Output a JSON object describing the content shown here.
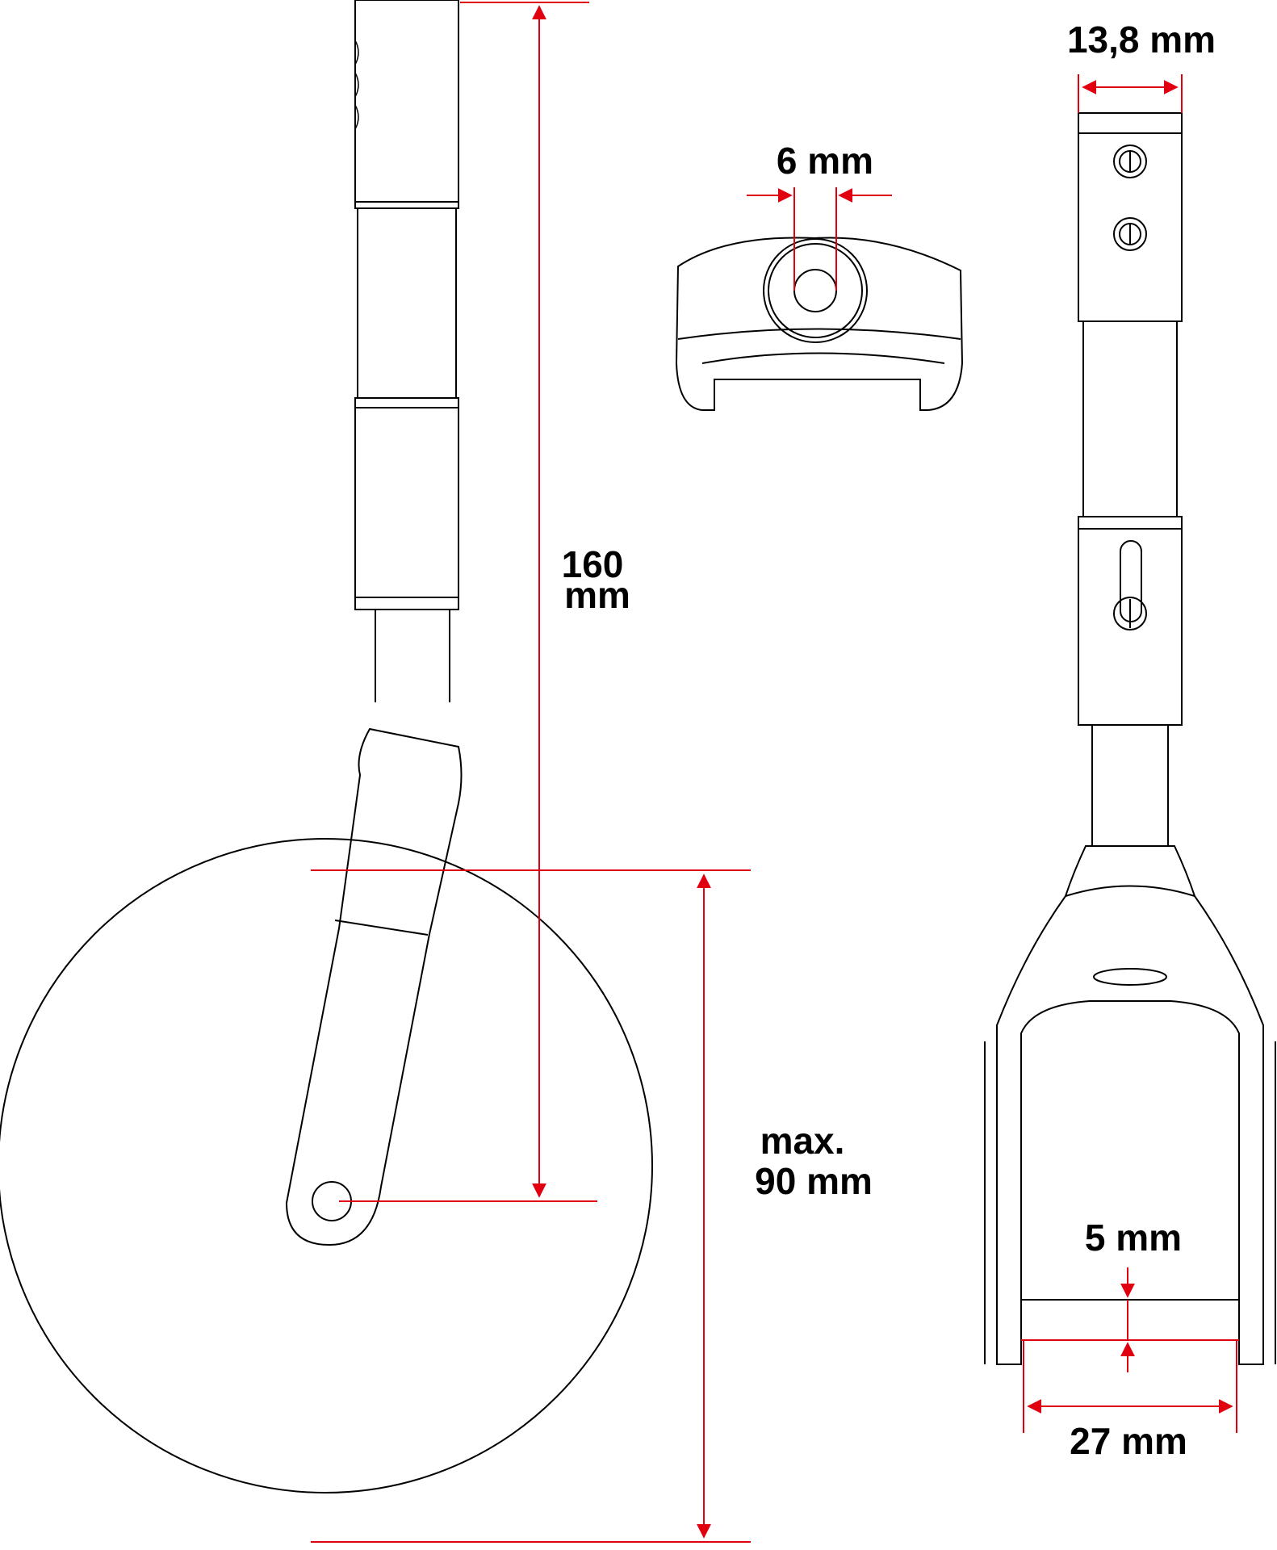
{
  "colors": {
    "line": "#000000",
    "dimension": "#e0000f",
    "background": "#ffffff"
  },
  "dimensions": {
    "total_height": "160",
    "total_height_unit": "mm",
    "wheel_max_label": "max.",
    "wheel_diameter": "90 mm",
    "top_width": "13,8 mm",
    "bolt_hole": "6 mm",
    "fork_gap": "5 mm",
    "fork_width": "27 mm"
  }
}
